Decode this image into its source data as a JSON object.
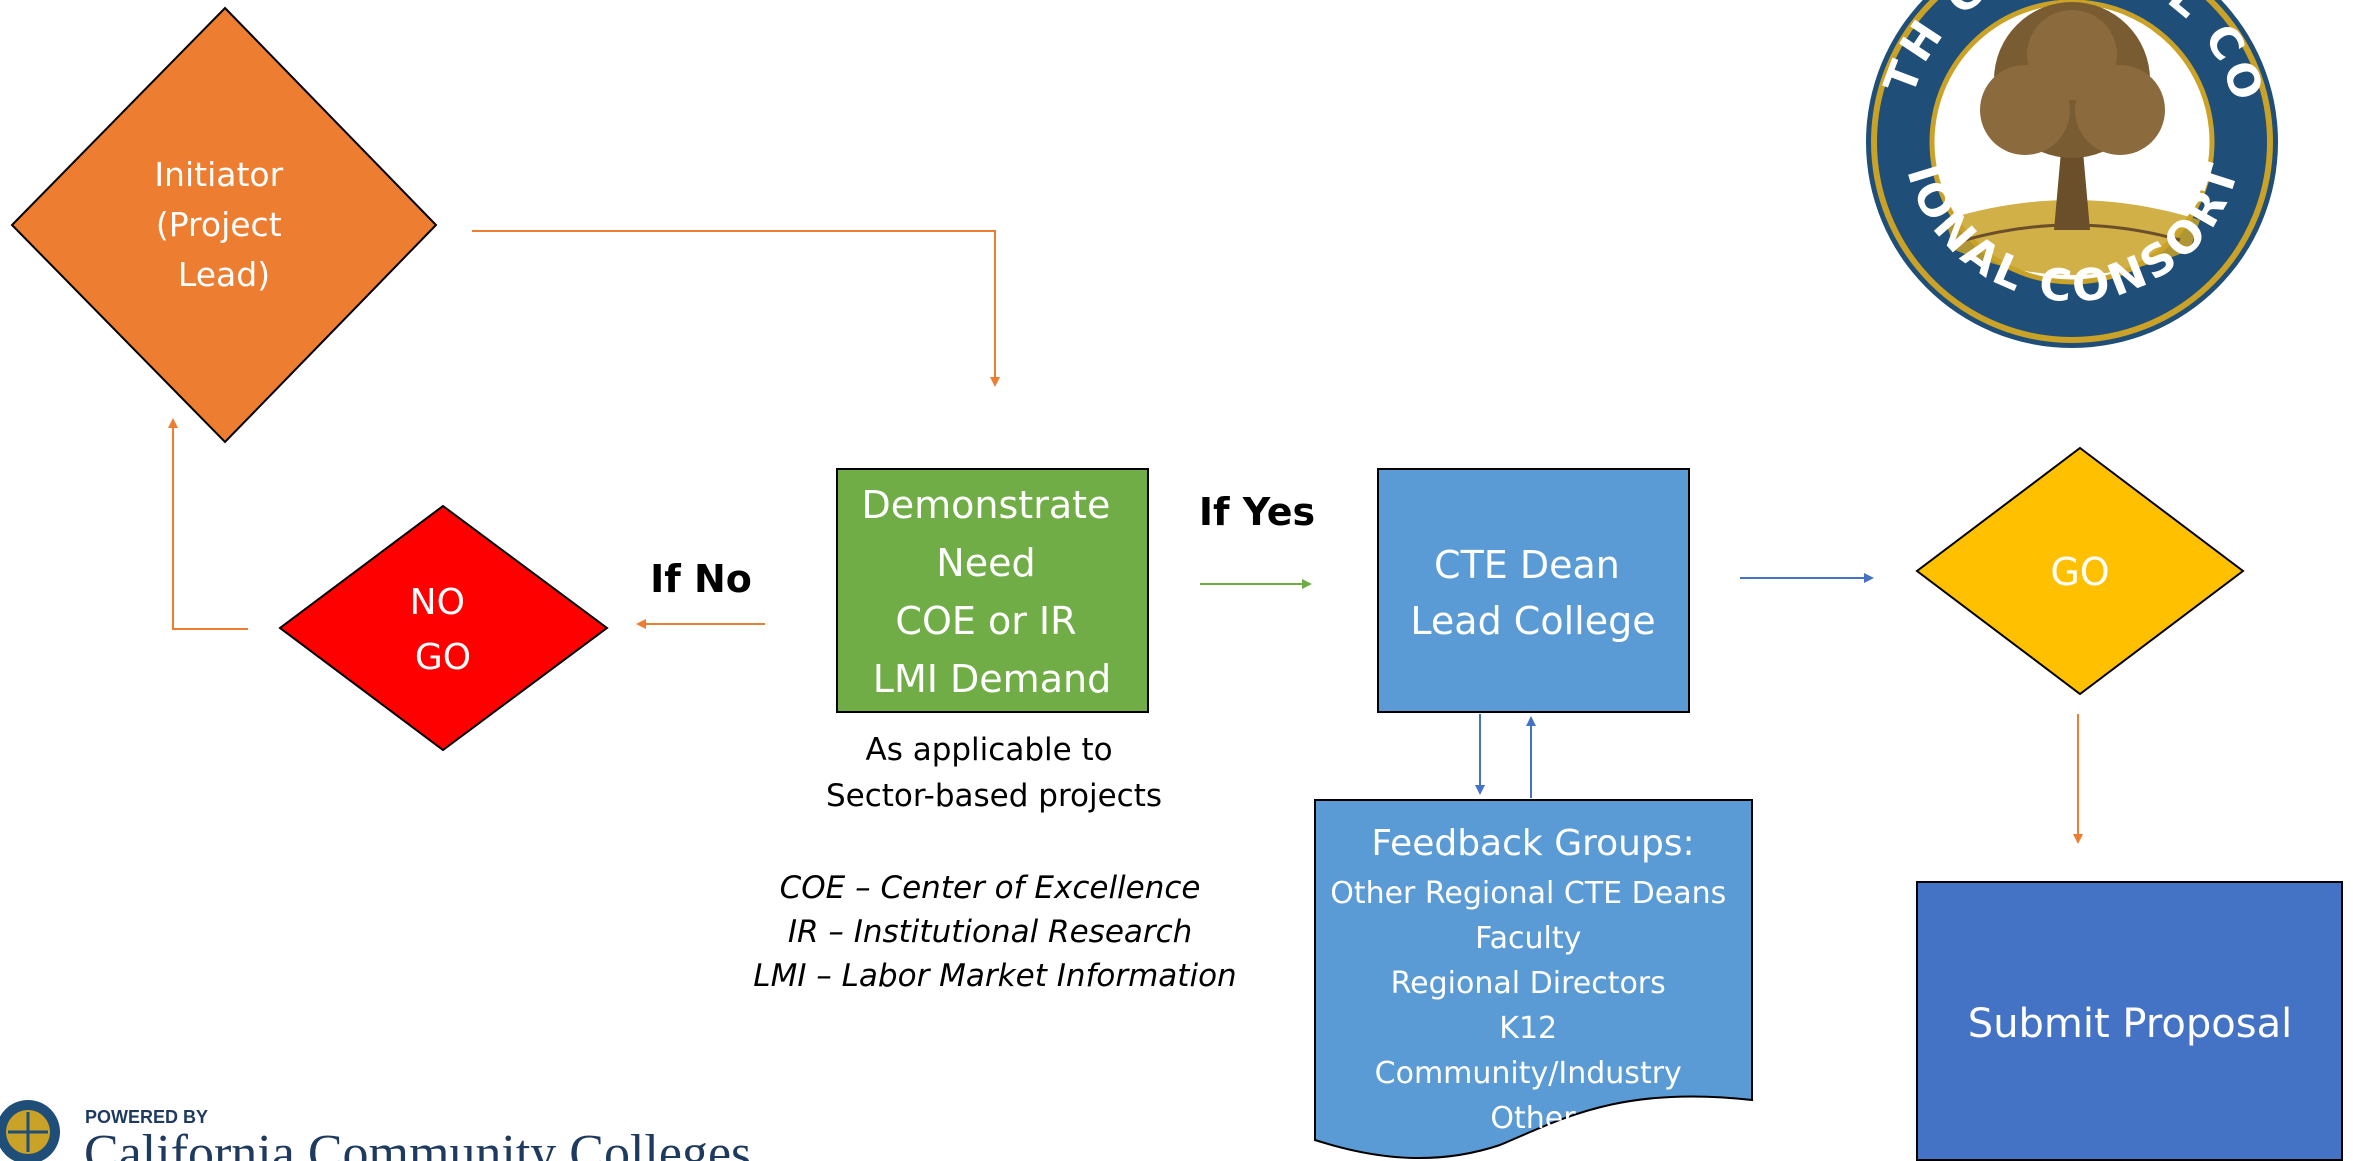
{
  "nodes": {
    "initiator": {
      "lines": [
        "Initiator",
        "(Project",
        "Lead)"
      ],
      "fill": "#ED7D31"
    },
    "no_go": {
      "lines": [
        "NO",
        "GO"
      ],
      "fill": "#FF0000"
    },
    "demonstrate": {
      "lines": [
        "Demonstrate",
        "Need",
        "COE or IR",
        "LMI Demand"
      ],
      "fill": "#70AD47"
    },
    "cte_dean": {
      "lines": [
        "CTE Dean",
        "Lead College"
      ],
      "fill": "#5B9BD5"
    },
    "go": {
      "lines": [
        "GO"
      ],
      "fill": "#FFC000"
    },
    "feedback": {
      "title": "Feedback Groups:",
      "items": [
        "Other Regional CTE Deans",
        "Faculty",
        "Regional Directors",
        "K12",
        "Community/Industry",
        "Other"
      ],
      "fill": "#5B9BD5"
    },
    "submit": {
      "label": "Submit Proposal",
      "fill": "#4472C4"
    }
  },
  "edge_labels": {
    "if_no": "If No",
    "if_yes": "If Yes"
  },
  "notes": {
    "applicable": [
      "As applicable to",
      "Sector-based projects"
    ],
    "acronyms": [
      "COE – Center of Excellence",
      "IR – Institutional Research",
      "LMI – Labor Market Information"
    ]
  },
  "logos": {
    "consortium": {
      "arc_text": "SOUTH CENTRAL COAST",
      "bottom_text": "REGIONAL CONSORTIUM"
    },
    "powered_by": {
      "small": "POWERED BY",
      "name": "California Community Colleges"
    }
  },
  "colors": {
    "orange_arrow": "#ED7D31",
    "green_arrow": "#70AD47",
    "blue_arrow": "#4472C4"
  }
}
